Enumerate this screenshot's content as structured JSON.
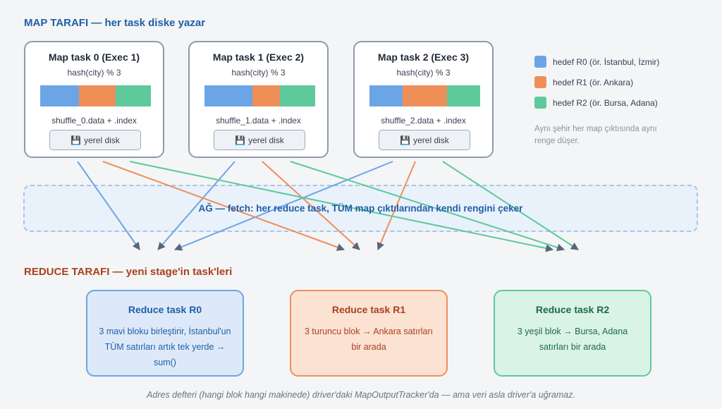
{
  "map_section_title": "MAP TARAFI — her task diske yazar",
  "reduce_section_title": "REDUCE TARAFI — yeni stage'in task'leri",
  "colors": {
    "blue": "#6ca5e6",
    "orange": "#ef8f58",
    "green": "#5ec99c"
  },
  "map_tasks": [
    {
      "title": "Map task 0 (Exec 1)",
      "hash": "hash(city) % 3",
      "file": "shuffle_0.data + .index",
      "disk_icon": "💾",
      "disk": "yerel disk",
      "segments": [
        35,
        33,
        32
      ]
    },
    {
      "title": "Map task 1 (Exec 2)",
      "hash": "hash(city) % 3",
      "file": "shuffle_1.data + .index",
      "disk_icon": "💾",
      "disk": "yerel disk",
      "segments": [
        43,
        25,
        32
      ]
    },
    {
      "title": "Map task 2 (Exec 3)",
      "hash": "hash(city) % 3",
      "file": "shuffle_2.data + .index",
      "disk_icon": "💾",
      "disk": "yerel disk",
      "segments": [
        30,
        40,
        30
      ]
    }
  ],
  "legend": [
    {
      "label": "hedef R0 (ör. İstanbul, İzmir)",
      "color": "#6ca5e6"
    },
    {
      "label": "hedef R1 (ör. Ankara)",
      "color": "#ef8f58"
    },
    {
      "label": "hedef R2 (ör. Bursa, Adana)",
      "color": "#5ec99c"
    }
  ],
  "legend_note": "Aynı şehir her map çıktısında aynı renge düşer.",
  "network_label": "AĞ — fetch: her reduce task, TÜM map çıktılarından kendi rengini çeker",
  "reduce_tasks": [
    {
      "title": "Reduce task R0",
      "desc": "3 mavi bloku birleştirir, İstanbul'un TÜM satırları artık tek yerde → sum()"
    },
    {
      "title": "Reduce task R1",
      "desc": "3 turuncu blok → Ankara satırları bir arada"
    },
    {
      "title": "Reduce task R2",
      "desc": "3 yeşil blok → Bursa, Adana satırları bir arada"
    }
  ],
  "footer": "Adres defteri (hangi blok hangi makinede) driver'daki MapOutputTracker'da — ama veri asla driver'a uğramaz."
}
